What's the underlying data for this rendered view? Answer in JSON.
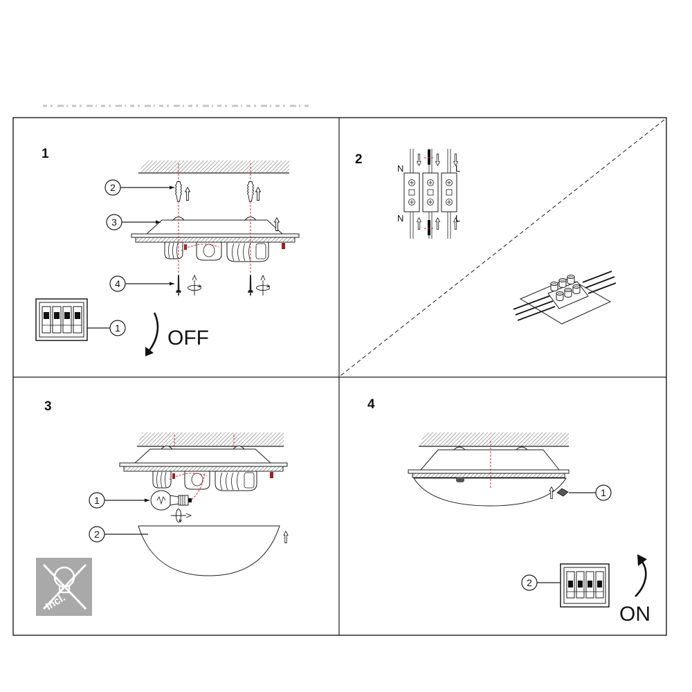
{
  "panel_1": {
    "step_number": "1",
    "callout_anchor": "2",
    "callout_base": "3",
    "callout_screw": "4",
    "callout_switch": "1",
    "switch_label": "OFF"
  },
  "panel_2": {
    "step_number": "2",
    "terminal_labels": {
      "top_left": "N",
      "top_right": "L",
      "bottom_left": "N",
      "bottom_right": "L"
    }
  },
  "panel_3": {
    "step_number": "3",
    "callout_bulb": "1",
    "callout_shade": "2",
    "bulb_icon_text": "Incl."
  },
  "panel_4": {
    "step_number": "4",
    "callout_thumbscrew": "1",
    "callout_switch": "2",
    "switch_label": "ON"
  },
  "icons": {
    "anchor": "wall-plug-icon",
    "screw": "screw-icon",
    "rotate": "screwdriver-rotate-icon",
    "switch": "fuse-box-icon",
    "bulb_included": "bulb-included-icon",
    "direction": "curved-arrow-icon"
  },
  "colors": {
    "line": "#1a1a1a",
    "guide": "#d42a2a",
    "icon_background": "#a9a9a9"
  }
}
